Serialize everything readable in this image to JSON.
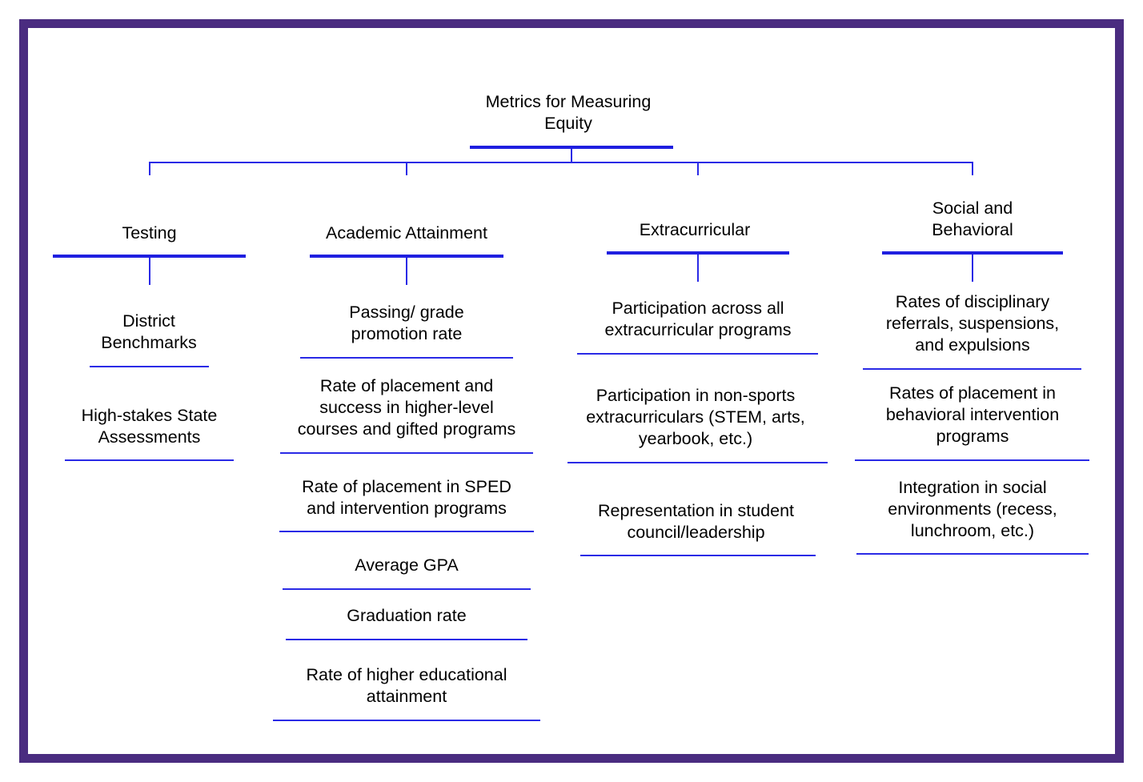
{
  "root": {
    "title": "Metrics for Measuring\nEquity"
  },
  "categories": [
    {
      "title": "Testing",
      "items": [
        "District\nBenchmarks",
        "High-stakes State\nAssessments"
      ]
    },
    {
      "title": "Academic Attainment",
      "items": [
        "Passing/ grade\npromotion rate",
        "Rate of placement and\nsuccess in higher-level\ncourses and gifted programs",
        "Rate of placement in SPED\nand intervention programs",
        "Average GPA",
        "Graduation rate",
        "Rate of higher educational\nattainment"
      ]
    },
    {
      "title": "Extracurricular",
      "items": [
        "Participation across all\nextracurricular programs",
        "Participation in non-sports\nextracurriculars (STEM, arts,\nyearbook, etc.)",
        "Representation in student\ncouncil/leadership"
      ]
    },
    {
      "title": "Social and\nBehavioral",
      "items": [
        "Rates of disciplinary\nreferrals, suspensions,\nand expulsions",
        "Rates of placement in\nbehavioral intervention\nprograms",
        "Integration in social\nenvironments (recess,\nlunchroom, etc.)"
      ]
    }
  ],
  "colors": {
    "frame": "#4a2c80",
    "lines": "#1f1fe0",
    "text": "#000000"
  }
}
